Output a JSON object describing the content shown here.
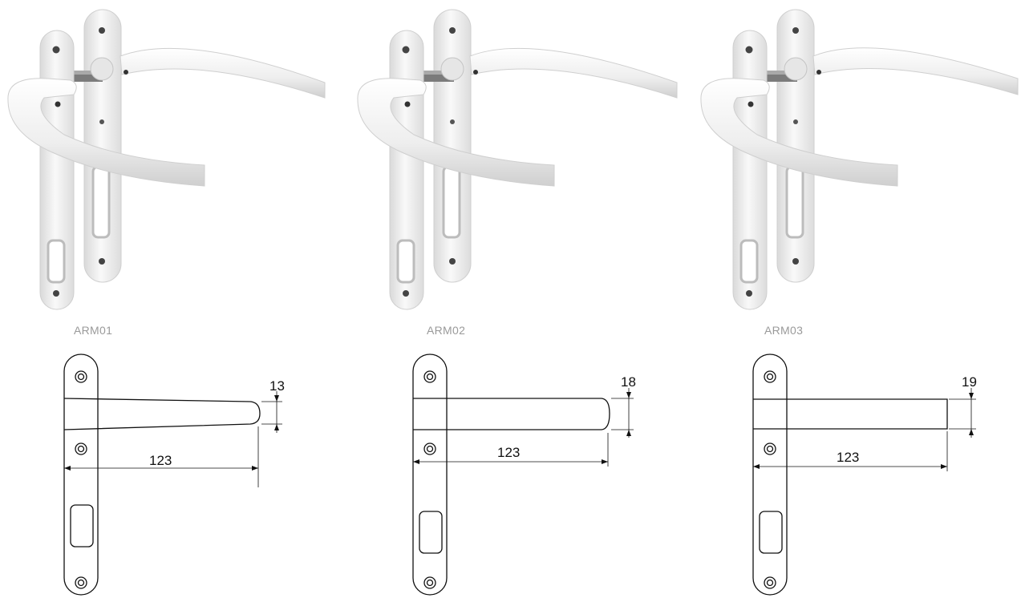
{
  "products": [
    {
      "code": "ARM01",
      "height_dim": "13",
      "length_dim": "123",
      "lever_style": "tapered"
    },
    {
      "code": "ARM02",
      "height_dim": "18",
      "length_dim": "123",
      "lever_style": "rounded"
    },
    {
      "code": "ARM03",
      "height_dim": "19",
      "length_dim": "123",
      "lever_style": "straight"
    }
  ],
  "colors": {
    "line": "#111111",
    "label": "#9a9a9a",
    "handle_light": "#f7f7f7",
    "handle_shade": "#d5d5d5",
    "spindle": "#7b7b7b"
  }
}
